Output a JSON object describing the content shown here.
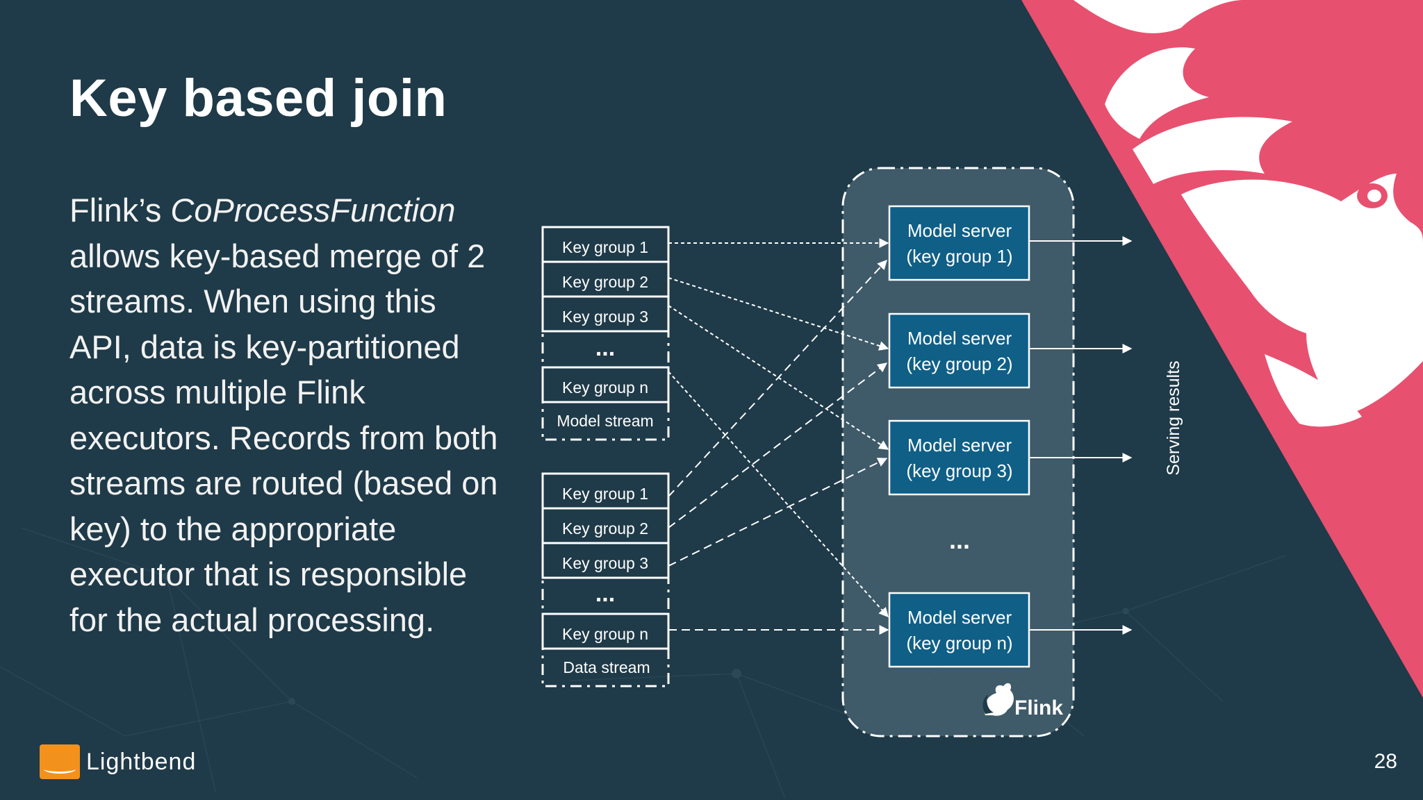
{
  "slide": {
    "title": "Key based join",
    "body_prefix": "Flink’s ",
    "body_italic": "CoProcessFunction",
    "body_rest": " allows key-based merge of 2 streams. When using this API, data is key-partitioned across multiple Flink executors. Records from both streams are routed (based on key) to the appropriate executor that is responsible for the actual processing.",
    "page_number": "28"
  },
  "brand": {
    "logo_text": "Lightbend",
    "logo_color": "#f3911d"
  },
  "colors": {
    "background": "#1f3a48",
    "accent_pink": "#e8506f",
    "server_fill": "#0f5f87",
    "flink_container": "#45606e"
  },
  "diagram": {
    "model_stream": {
      "label": "Model stream",
      "key_groups": [
        "Key group 1",
        "Key group 2",
        "Key group 3",
        "Key group n"
      ],
      "ellipsis": "..."
    },
    "data_stream": {
      "label": "Data stream",
      "key_groups": [
        "Key group 1",
        "Key group 2",
        "Key group 3",
        "Key group n"
      ],
      "ellipsis": "..."
    },
    "servers": [
      {
        "line1": "Model server",
        "line2": "(key group 1)"
      },
      {
        "line1": "Model server",
        "line2": "(key group 2)"
      },
      {
        "line1": "Model server",
        "line2": "(key group 3)"
      },
      {
        "line1": "Model server",
        "line2": "(key group n)"
      }
    ],
    "servers_ellipsis": "...",
    "flink_label": "Flink",
    "flink_icon": "squirrel-icon",
    "serving_label": "Serving results"
  }
}
